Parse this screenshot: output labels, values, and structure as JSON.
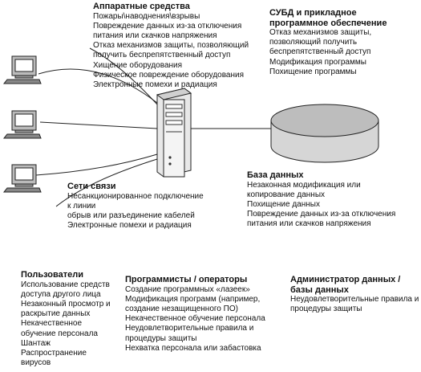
{
  "hardware": {
    "title": "Аппаратные средства",
    "items": [
      "Пожары\\наводнения\\взрывы",
      "Повреждение данных из-за отключения",
      "питания или скачков напряжения",
      "Отказ механизмов защиты, позволяющий",
      "получить беспрепятственный доступ",
      "Хищение оборудования",
      "Физическое повреждение оборудования",
      "Электронные помехи и радиация"
    ]
  },
  "dbms": {
    "title_lines": [
      "СУБД и прикладное",
      "программное обеспечение"
    ],
    "items": [
      "Отказ механизмов защиты,",
      "позволяющий получить",
      "беспрепятственный доступ",
      "Модификация программы",
      "Похищение программы"
    ]
  },
  "network": {
    "title": "Сети связи",
    "items": [
      "Несанкционированное подключение",
      "к линии",
      "обрыв или разъединение кабелей",
      "Электронные помехи и радиация"
    ]
  },
  "database": {
    "title": "База данных",
    "items": [
      "Незаконная модификация или",
      "копирование данных",
      "Похищение данных",
      "Повреждение данных из-за отключения",
      "питания или скачков напряжения"
    ]
  },
  "users": {
    "title": "Пользователи",
    "items": [
      "Использование средств",
      "доступа другого лица",
      "Незаконный просмотр и",
      "раскрытие данных",
      "Некачественное",
      "обучение персонала",
      "Шантаж",
      "Распространение",
      "вирусов"
    ]
  },
  "programmers": {
    "title": "Программисты / операторы",
    "items": [
      "Создание программных «лазеек»",
      "Модификация программ (например,",
      "создание незащищенного ПО)",
      "Некачественное обучение персонала",
      "Неудовлетворительные правила и",
      "процедуры защиты",
      "Нехватка персонала или забастовка"
    ]
  },
  "admin": {
    "title_lines": [
      "Администратор данных /",
      "базы данных"
    ],
    "items": [
      "Неудовлетворительные правила и",
      "процедуры защиты"
    ]
  }
}
